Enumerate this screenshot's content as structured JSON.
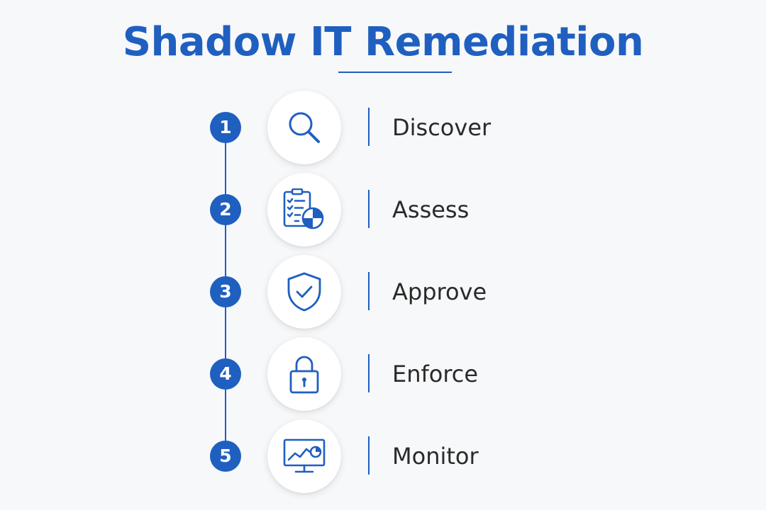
{
  "title": "Shadow IT Remediation",
  "colors": {
    "accent": "#1f5fc0",
    "background": "#f7f8fa",
    "text": "#2a2a2a"
  },
  "steps": [
    {
      "number": "1",
      "label": "Discover",
      "icon": "magnifier-icon"
    },
    {
      "number": "2",
      "label": "Assess",
      "icon": "clipboard-chart-icon"
    },
    {
      "number": "3",
      "label": "Approve",
      "icon": "shield-check-icon"
    },
    {
      "number": "4",
      "label": "Enforce",
      "icon": "padlock-icon"
    },
    {
      "number": "5",
      "label": "Monitor",
      "icon": "monitor-chart-icon"
    }
  ]
}
